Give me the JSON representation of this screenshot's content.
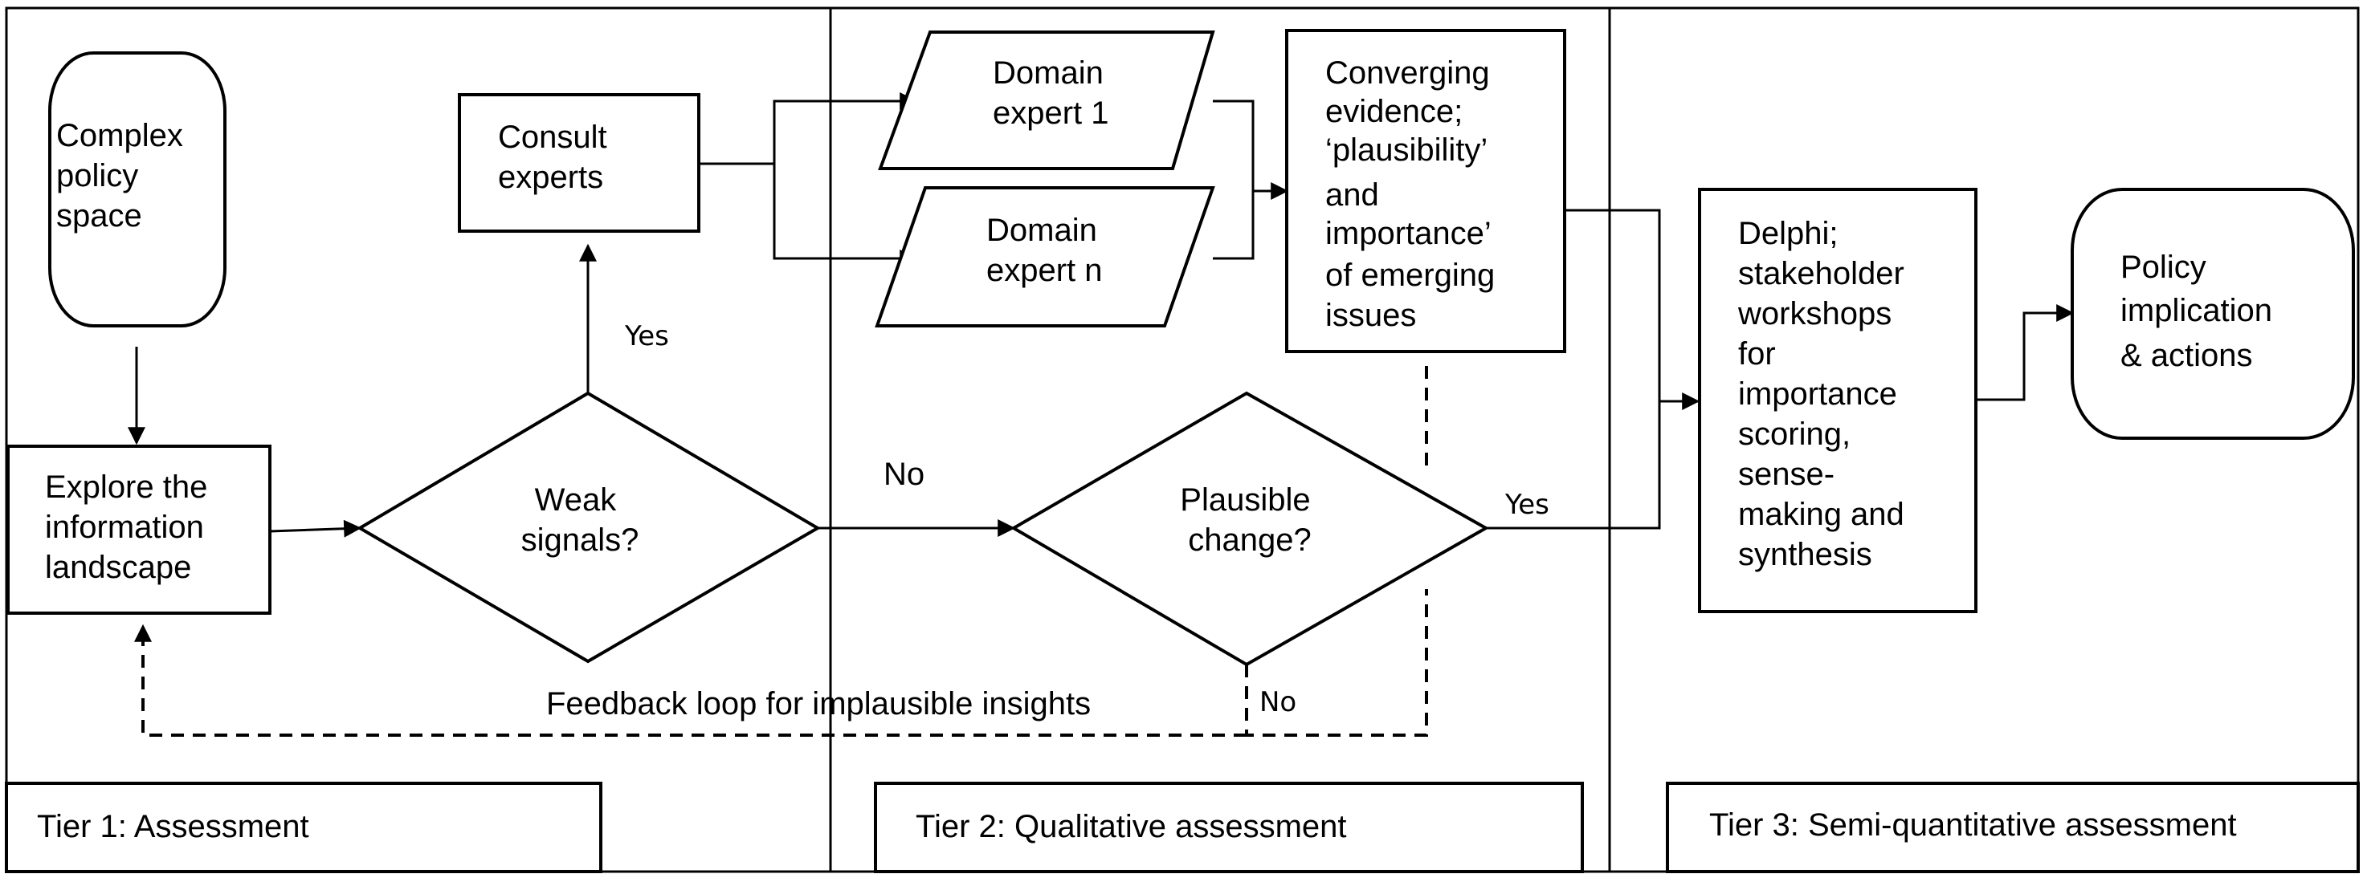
{
  "tiers": {
    "tier1": "Tier 1: Assessment",
    "tier2": "Tier 2: Qualitative assessment",
    "tier3": "Tier 3: Semi-quantitative assessment"
  },
  "nodes": {
    "complex_policy": [
      "Complex",
      "policy",
      "space"
    ],
    "explore": [
      "Explore the",
      "information",
      "landscape"
    ],
    "weak_signals": [
      "Weak",
      "signals?"
    ],
    "consult": [
      "Consult",
      "experts"
    ],
    "expert1": [
      "Domain",
      "expert 1"
    ],
    "expertn": [
      "Domain",
      "expert n"
    ],
    "converging": [
      "Converging",
      "evidence;",
      "‘plausibility’",
      "and",
      "importance’",
      "of emerging",
      "issues"
    ],
    "plausible": [
      "Plausible",
      "change?"
    ],
    "delphi": [
      "Delphi;",
      "stakeholder",
      "workshops",
      "for",
      "importance",
      "scoring,",
      "sense-",
      "making and",
      "synthesis"
    ],
    "policy": [
      "Policy",
      "implication",
      "& actions"
    ]
  },
  "edge_labels": {
    "yes_weak": "Yes",
    "no_weak": "No",
    "yes_plausible": "Yes",
    "no_plausible": "No",
    "feedback": "Feedback loop for implausible insights"
  }
}
